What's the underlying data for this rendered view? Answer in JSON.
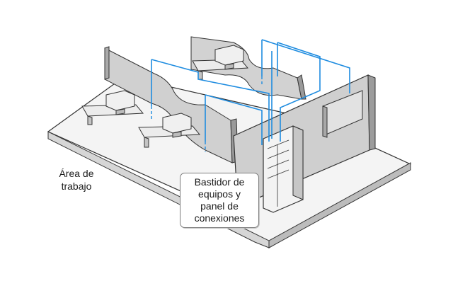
{
  "labels": {
    "work_area": [
      "Área de",
      "trabajo"
    ],
    "equipment_rack": [
      "Bastidor de",
      "equipos y",
      "panel de",
      "conexiones"
    ]
  },
  "icons": [
    "computer-icon",
    "desk-icon",
    "equipment-rack-icon",
    "wall-panel-icon"
  ],
  "colors": {
    "cable": "#1e8ce0",
    "wall": "#d4d4d4",
    "wall_dark": "#b8b8b8",
    "floor": "#f2f2f2",
    "outline": "#333333"
  }
}
